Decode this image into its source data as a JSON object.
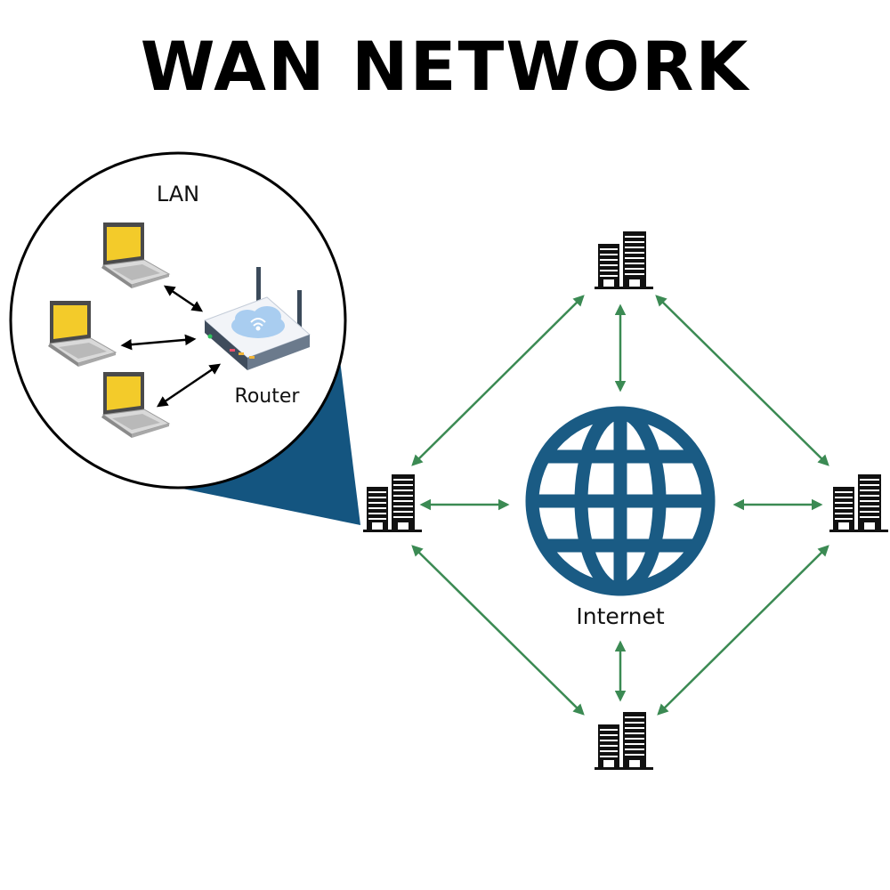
{
  "title": "WAN NETWORK",
  "lan": {
    "label": "LAN",
    "router_label": "Router"
  },
  "internet": {
    "label": "Internet"
  },
  "colors": {
    "globe": "#1a5b84",
    "callout": "#145580",
    "link_arrow": "#3b8a53",
    "lan_arrow": "#000000",
    "laptop_screen": "#f3cb2a",
    "router_cloud": "#a9cdf0"
  },
  "icons": [
    "building-icon",
    "globe-icon",
    "laptop-icon",
    "router-icon",
    "wifi-icon"
  ]
}
